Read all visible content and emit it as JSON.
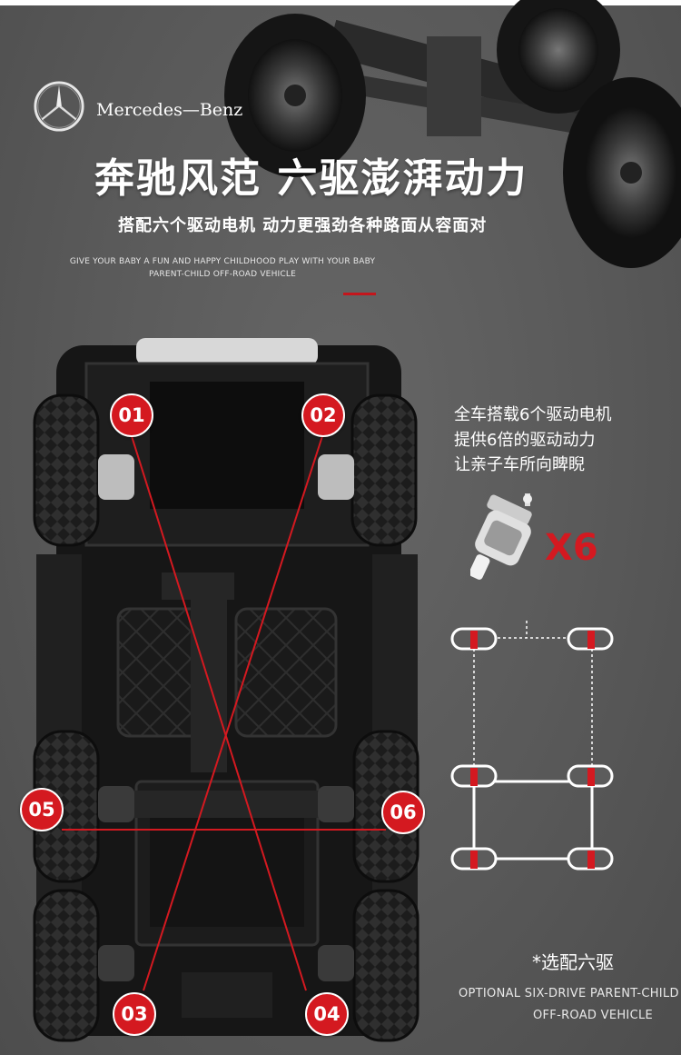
{
  "brand": {
    "name": "Mercedes—Benz",
    "logo_icon": "mercedes-star-icon"
  },
  "headline": "奔驰风范  六驱澎湃动力",
  "subheadline": "搭配六个驱动电机 动力更强劲各种路面从容面对",
  "tagline_en": [
    "GIVE YOUR BABY A FUN AND HAPPY CHILDHOOD PLAY WITH YOUR BABY",
    "PARENT-CHILD OFF-ROAD VEHICLE"
  ],
  "motor_labels": [
    "01",
    "02",
    "03",
    "04",
    "05",
    "06"
  ],
  "description": [
    "全车搭载6个驱动电机",
    "提供6倍的驱动动力",
    "让亲子车所向睥睨"
  ],
  "multiplier": "X6",
  "optional": {
    "title": "*选配六驱",
    "en_line1": "OPTIONAL SIX-DRIVE PARENT-CHILD",
    "en_line2": "OFF-ROAD VEHICLE"
  },
  "colors": {
    "accent_red": "#d41920",
    "background": "#5c5c5c",
    "text": "#ffffff"
  }
}
